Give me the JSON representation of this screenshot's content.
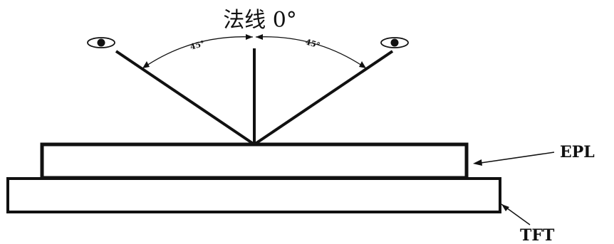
{
  "diagram": {
    "title": "法线 0°",
    "angle_left": "45°",
    "angle_right": "45°",
    "layers": {
      "top": "EPL",
      "bottom": "TFT"
    },
    "icons": {
      "left_viewer": "eye-icon",
      "right_viewer": "eye-icon"
    },
    "colors": {
      "line": "#111111",
      "background": "#ffffff"
    }
  }
}
